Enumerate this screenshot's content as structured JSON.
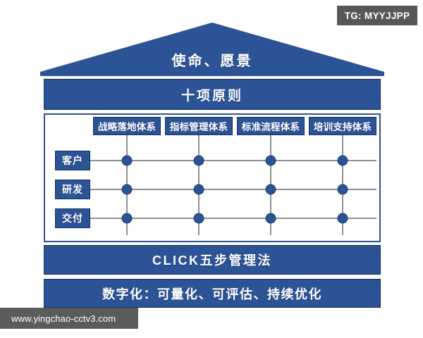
{
  "badge": {
    "text": "TG: MYYJJPP"
  },
  "watermark": {
    "text": "www.yingchao-cctv3.com"
  },
  "roof": {
    "label": "使命、愿景"
  },
  "bands": {
    "principles": "十项原则",
    "click_method": "CLICK五步管理法",
    "digital": "数字化：可量化、可评估、持续优化"
  },
  "matrix": {
    "columns": [
      {
        "label": "战略落地体系"
      },
      {
        "label": "指标管理体系"
      },
      {
        "label": "标准流程体系"
      },
      {
        "label": "培训支持体系"
      }
    ],
    "rows": [
      {
        "label": "客户"
      },
      {
        "label": "研发"
      },
      {
        "label": "交付"
      }
    ],
    "nodes": [
      [
        true,
        true,
        true,
        true
      ],
      [
        true,
        true,
        true,
        true
      ],
      [
        true,
        true,
        true,
        true
      ]
    ]
  },
  "colors": {
    "brand_blue": "#2c5396",
    "brand_blue_dark": "#16305e",
    "grid_gray": "#8e9099",
    "badge_gray": "#575757",
    "watermark_gray": "#5b5b5b",
    "white": "#ffffff"
  }
}
